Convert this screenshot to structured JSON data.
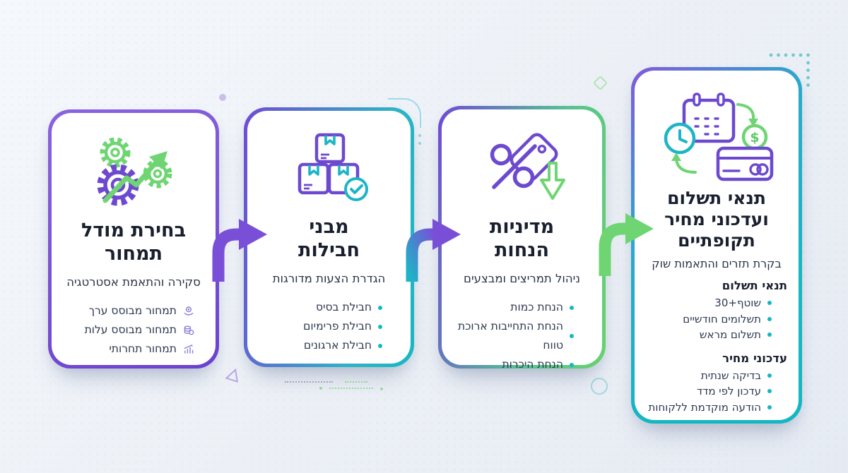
{
  "colors": {
    "purple": "#6f4bd6",
    "teal": "#14b6c2",
    "green": "#6fd573",
    "title_text": "#191f2e",
    "body_text": "#2e3850",
    "background": "#ecf0f6"
  },
  "cards": [
    {
      "id": "pricing-model",
      "icon": "gears-growth-icon",
      "title_lines": [
        "בחירת מודל",
        "תמחור"
      ],
      "subtitle": "סקירה והתאמת אסטרטגיה",
      "items": [
        {
          "icon": "hand-coin-icon",
          "label": "תמחור מבוסס ערך"
        },
        {
          "icon": "coins-icon",
          "label": "תמחור מבוסס עלות"
        },
        {
          "icon": "bar-chart-icon",
          "label": "תמחור תחרותי"
        }
      ]
    },
    {
      "id": "package-structures",
      "icon": "boxes-check-icon",
      "title_lines": [
        "מבני",
        "חבילות"
      ],
      "subtitle": "הגדרת הצעות מדורגות",
      "items": [
        {
          "icon": "bullet-dot",
          "label": "חבילת בסיס"
        },
        {
          "icon": "bullet-dot",
          "label": "חבילת פרימיום"
        },
        {
          "icon": "bullet-dot",
          "label": "חבילת ארגונים"
        }
      ]
    },
    {
      "id": "discount-policy",
      "icon": "percent-tag-icon",
      "title_lines": [
        "מדיניות",
        "הנחות"
      ],
      "subtitle": "ניהול תמריצים ומבצעים",
      "items": [
        {
          "icon": "bullet-dot",
          "label": "הנחת כמות"
        },
        {
          "icon": "bullet-dot",
          "label": "הנחת התחייבות ארוכת טווח"
        },
        {
          "icon": "bullet-dot",
          "label": "הנחת היכרות"
        }
      ]
    },
    {
      "id": "payment-terms",
      "icon": "calendar-payment-icon",
      "title_lines": [
        "תנאי תשלום",
        "ועדכוני מחיר",
        "תקופתיים"
      ],
      "subtitle": "בקרת תזרים והתאמות שוק",
      "sections": [
        {
          "heading": "תנאי תשלום",
          "items": [
            "שוטף+30",
            "תשלומים חודשיים",
            "תשלום מראש"
          ]
        },
        {
          "heading": "עדכוני מחיר",
          "items": [
            "בדיקה שנתית",
            "עדכון לפי מדד",
            "הודעה מוקדמת ללקוחות"
          ]
        }
      ]
    }
  ],
  "arrows": [
    {
      "id": "arrow-1",
      "from": "pricing-model",
      "to": "package-structures",
      "color": "#7a4fd8"
    },
    {
      "id": "arrow-2",
      "from": "package-structures",
      "to": "discount-policy",
      "color_gradient": [
        "#1db5c6",
        "#7a4fd8"
      ]
    },
    {
      "id": "arrow-3",
      "from": "discount-policy",
      "to": "payment-terms",
      "color": "#6fd573"
    }
  ],
  "decorations": [
    "purple-dot",
    "echo-arc",
    "green-diamond",
    "teal-dotted-l",
    "purple-triangle",
    "dashed-lines",
    "teal-circle"
  ]
}
